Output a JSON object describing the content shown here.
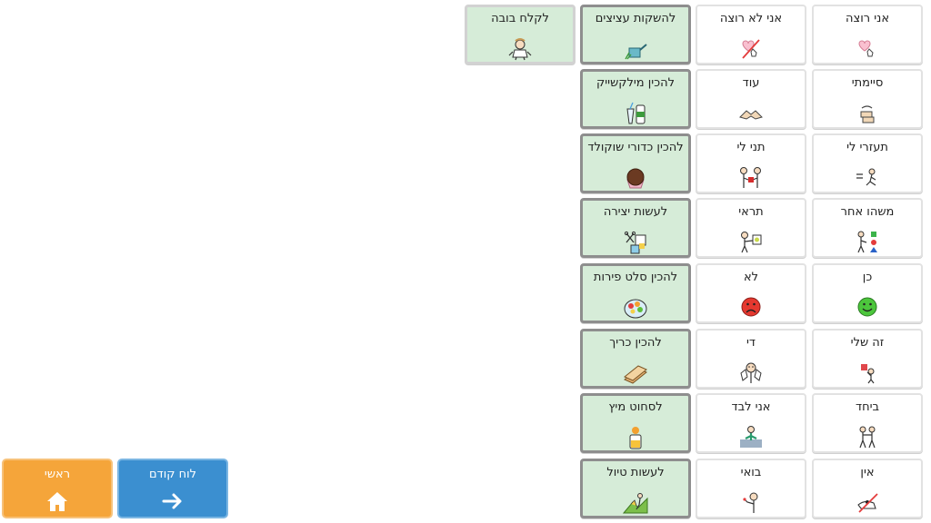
{
  "columns": {
    "col1": [
      {
        "label": "אני רוצה",
        "icon": "heart-hand-icon"
      },
      {
        "label": "סיימתי",
        "icon": "finished-hands-icon"
      },
      {
        "label": "תעזרי לי",
        "icon": "help-me-icon"
      },
      {
        "label": "משהו אחר",
        "icon": "something-else-icon"
      },
      {
        "label": "כן",
        "icon": "happy-face-icon"
      },
      {
        "label": "זה שלי",
        "icon": "mine-icon"
      },
      {
        "label": "ביחד",
        "icon": "together-icon"
      },
      {
        "label": "אין",
        "icon": "none-icon"
      }
    ],
    "col2": [
      {
        "label": "אני לא רוצה",
        "icon": "crossed-heart-icon"
      },
      {
        "label": "עוד",
        "icon": "more-hands-icon"
      },
      {
        "label": "תני לי",
        "icon": "give-me-icon"
      },
      {
        "label": "תראי",
        "icon": "look-icon"
      },
      {
        "label": "לא",
        "icon": "sad-face-icon"
      },
      {
        "label": "די",
        "icon": "stop-hands-icon"
      },
      {
        "label": "אני לבד",
        "icon": "alone-icon"
      },
      {
        "label": "בואי",
        "icon": "come-icon"
      }
    ],
    "col3": [
      {
        "label": "להשקות עציצים",
        "icon": "watering-can-icon"
      },
      {
        "label": "להכין מילקשייק",
        "icon": "milkshake-icon"
      },
      {
        "label": "להכין כדורי שוקולד",
        "icon": "chocolate-ball-icon"
      },
      {
        "label": "לעשות יצירה",
        "icon": "craft-icon"
      },
      {
        "label": "להכין סלט פירות",
        "icon": "fruit-salad-icon"
      },
      {
        "label": "להכין כריך",
        "icon": "sandwich-icon"
      },
      {
        "label": "לסחוט מיץ",
        "icon": "juice-icon"
      },
      {
        "label": "לעשות טיול",
        "icon": "trip-icon"
      }
    ],
    "col4": [
      {
        "label": "לקלח בובה",
        "icon": "doll-icon"
      }
    ]
  },
  "nav": {
    "back_label": "לוח קודם",
    "home_label": "ראשי"
  },
  "colors": {
    "green_tile": "#d6ecd8",
    "home_button": "#f5a53a",
    "back_button": "#3b8fd0"
  }
}
